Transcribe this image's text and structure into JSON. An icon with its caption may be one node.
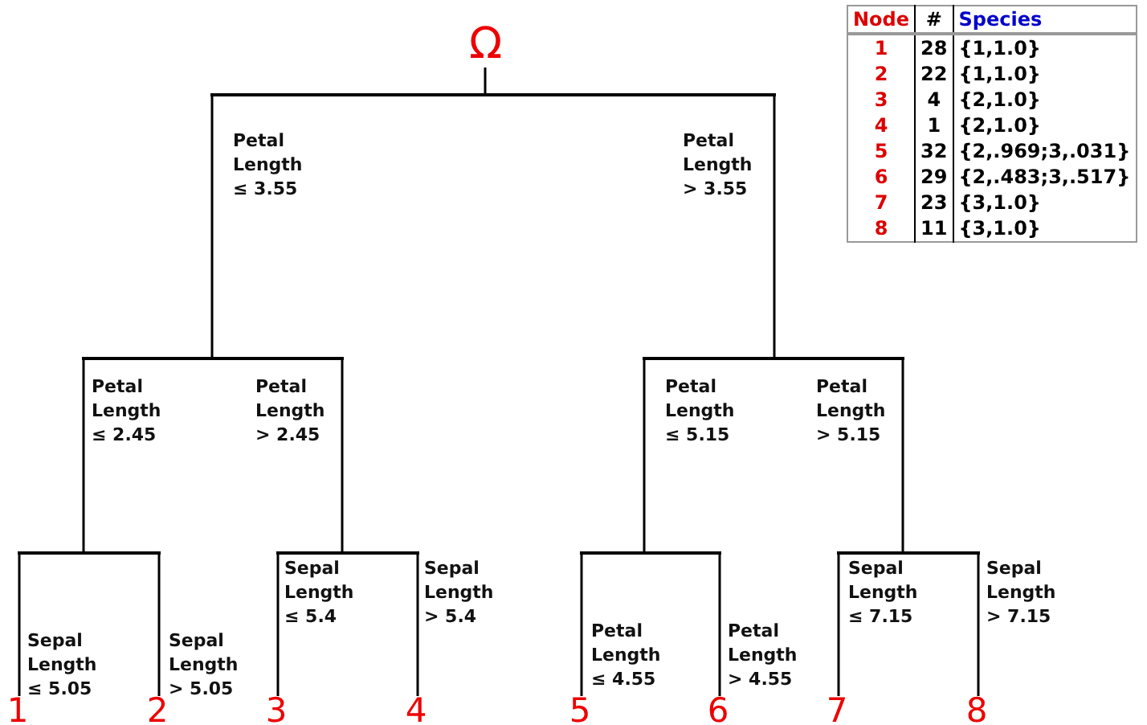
{
  "diagram": {
    "nodes": [
      {
        "text": [
          "Ω"
        ]
      },
      {
        "text": [],
        "shape": "bar"
      },
      {
        "text": [],
        "shape": "bar"
      },
      {
        "text": [],
        "shape": "bar"
      },
      {
        "text": [],
        "shape": "bar"
      },
      {
        "text": [],
        "shape": "bar"
      },
      {
        "text": [],
        "shape": "bar"
      },
      {
        "text": [],
        "shape": "bar"
      },
      {
        "text": [
          "1"
        ]
      },
      {
        "text": [
          "2"
        ]
      },
      {
        "text": [
          "3"
        ]
      },
      {
        "text": [
          "4"
        ]
      },
      {
        "text": [
          "5"
        ]
      },
      {
        "text": [
          "6"
        ]
      },
      {
        "text": [
          "7"
        ]
      },
      {
        "text": [
          "8"
        ]
      }
    ],
    "edges": [
      {
        "from": 0,
        "to": 1,
        "arrow": "none"
      },
      {
        "from": 1,
        "to": 2,
        "arrow": "none",
        "label": "Petal Length ≤ 3.55"
      },
      {
        "from": 1,
        "to": 3,
        "arrow": "none",
        "label": "Petal Length > 3.55"
      },
      {
        "from": 2,
        "to": 4,
        "arrow": "none",
        "label": "Petal Length ≤ 2.45"
      },
      {
        "from": 2,
        "to": 5,
        "arrow": "none",
        "label": "Petal Length > 2.45"
      },
      {
        "from": 3,
        "to": 6,
        "arrow": "none",
        "label": "Petal Length ≤ 5.15"
      },
      {
        "from": 3,
        "to": 7,
        "arrow": "none",
        "label": "Petal Length > 5.15"
      },
      {
        "from": 4,
        "to": 8,
        "arrow": "none",
        "label": "Sepal Length ≤ 5.05"
      },
      {
        "from": 4,
        "to": 9,
        "arrow": "none",
        "label": "Sepal Length > 5.05"
      },
      {
        "from": 5,
        "to": 10,
        "arrow": "none",
        "label": "Sepal Length ≤ 5.4"
      },
      {
        "from": 5,
        "to": 11,
        "arrow": "none",
        "label": "Sepal Length > 5.4"
      },
      {
        "from": 6,
        "to": 12,
        "arrow": "none",
        "label": "Petal Length ≤ 4.55"
      },
      {
        "from": 6,
        "to": 13,
        "arrow": "none",
        "label": "Petal Length > 4.55"
      },
      {
        "from": 7,
        "to": 14,
        "arrow": "none",
        "label": "Sepal Length ≤ 7.15"
      },
      {
        "from": 7,
        "to": 15,
        "arrow": "none",
        "label": "Sepal Length > 7.15"
      }
    ],
    "labels": [
      "Node",
      "#",
      "Species",
      "1",
      "28",
      "{1,1.0}",
      "2",
      "22",
      "{1,1.0}",
      "3",
      "4",
      "{2,1.0}",
      "4",
      "1",
      "{2,1.0}",
      "5",
      "32",
      "{2,.969;3,.031}",
      "6",
      "29",
      "{2,.483;3,.517}",
      "7",
      "23",
      "{3,1.0}",
      "8",
      "11",
      "{3,1.0}"
    ]
  }
}
